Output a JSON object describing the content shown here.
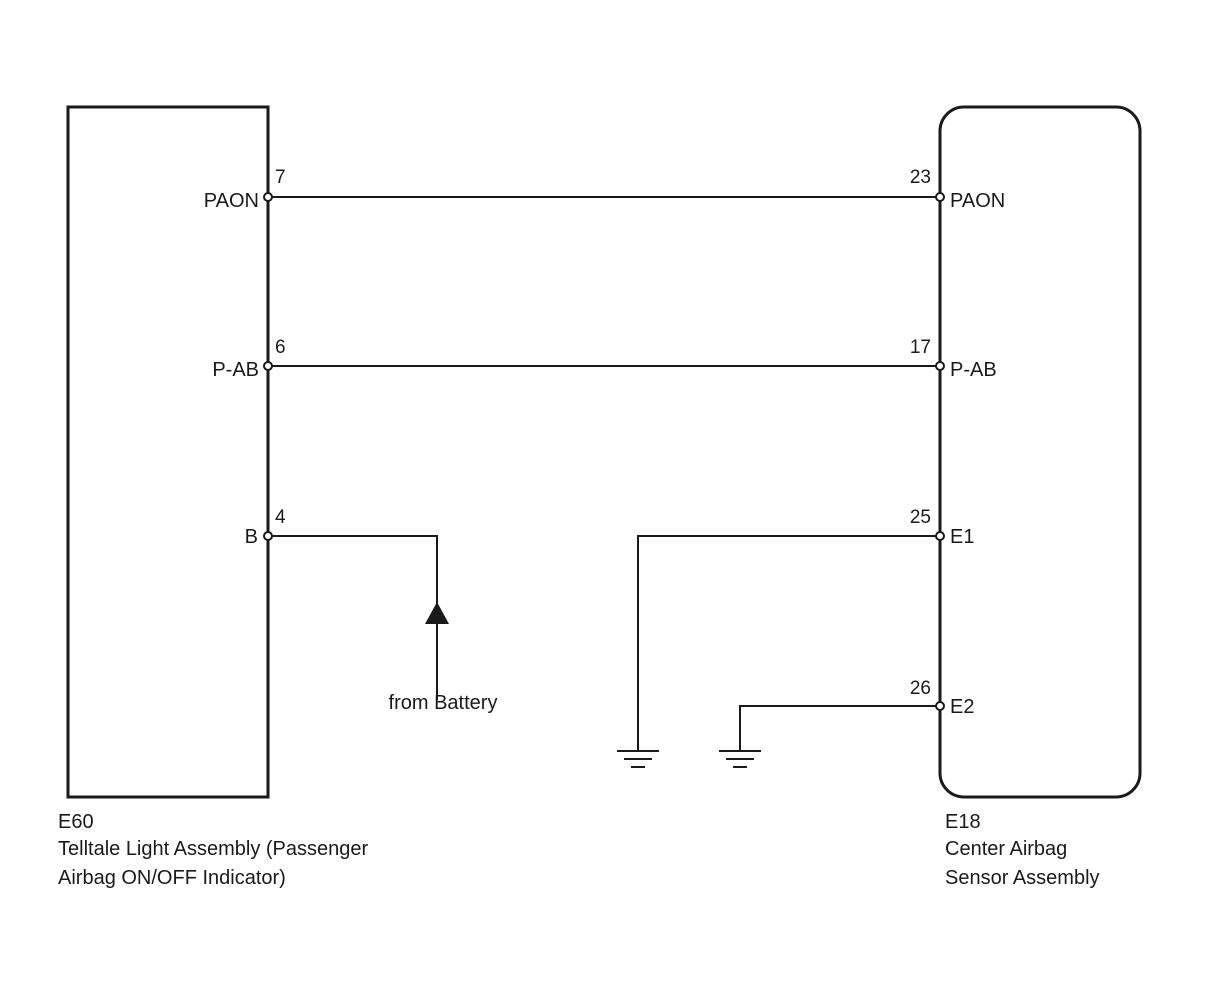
{
  "components": {
    "left": {
      "id": "E60",
      "name_line1": "Telltale Light Assembly (Passenger",
      "name_line2": "Airbag ON/OFF Indicator)",
      "pins": [
        {
          "number": "7",
          "name": "PAON"
        },
        {
          "number": "6",
          "name": "P-AB"
        },
        {
          "number": "4",
          "name": "B"
        }
      ]
    },
    "right": {
      "id": "E18",
      "name_line1": "Center Airbag",
      "name_line2": "Sensor Assembly",
      "pins": [
        {
          "number": "23",
          "name": "PAON"
        },
        {
          "number": "17",
          "name": "P-AB"
        },
        {
          "number": "25",
          "name": "E1"
        },
        {
          "number": "26",
          "name": "E2"
        }
      ]
    }
  },
  "annotations": {
    "battery": "from Battery"
  }
}
